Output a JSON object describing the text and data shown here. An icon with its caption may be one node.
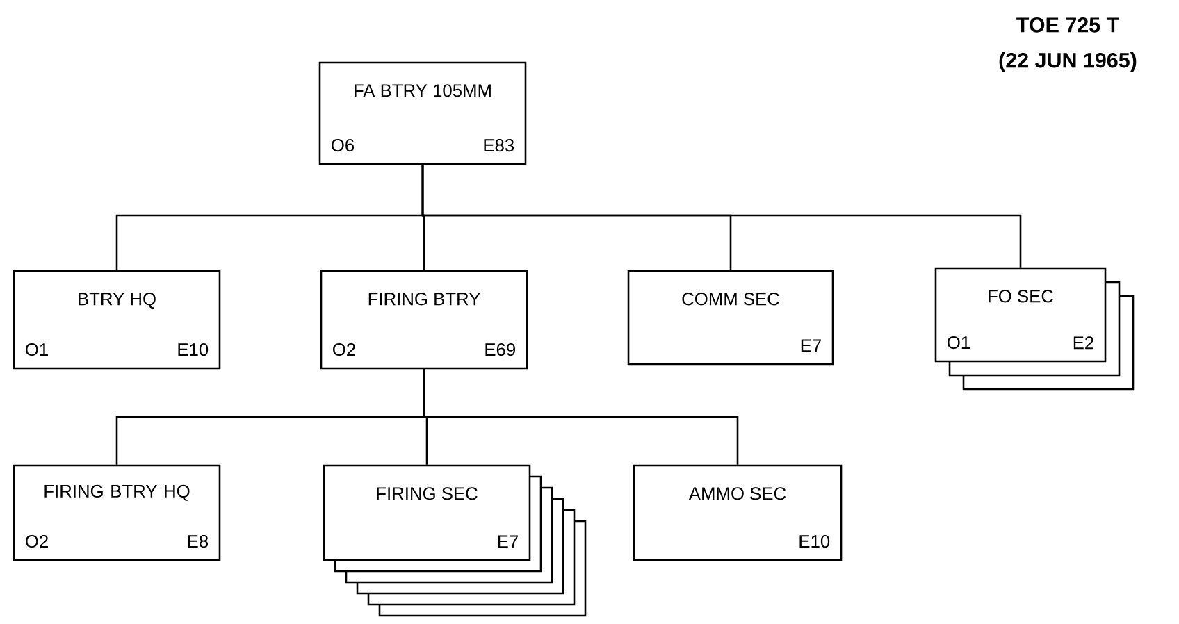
{
  "diagram": {
    "nodes": [
      {
        "text": [
          "FA BTRY 105MM",
          "O6",
          "E83"
        ]
      },
      {
        "text": [
          "BTRY HQ",
          "O1",
          "E10"
        ]
      },
      {
        "text": [
          "FIRING BTRY",
          "O2",
          "E69"
        ]
      },
      {
        "text": [
          "COMM SEC",
          "E7"
        ]
      },
      {
        "text": [
          "FO SEC",
          "O1",
          "E2"
        ]
      },
      {
        "text": [
          "FIRING BTRY HQ",
          "O2",
          "E8"
        ]
      },
      {
        "text": [
          "FIRING SEC",
          "E7"
        ]
      },
      {
        "text": [
          "AMMO SEC",
          "E10"
        ]
      }
    ],
    "edges": [
      {
        "from": 0,
        "to": 1,
        "arrow": "none"
      },
      {
        "from": 0,
        "to": 2,
        "arrow": "none"
      },
      {
        "from": 0,
        "to": 3,
        "arrow": "none"
      },
      {
        "from": 0,
        "to": 4,
        "arrow": "none"
      },
      {
        "from": 2,
        "to": 5,
        "arrow": "none"
      },
      {
        "from": 2,
        "to": 6,
        "arrow": "none"
      },
      {
        "from": 2,
        "to": 7,
        "arrow": "none"
      }
    ],
    "labels": [
      "TOE 725 T",
      "(22 JUN 1965)"
    ]
  }
}
